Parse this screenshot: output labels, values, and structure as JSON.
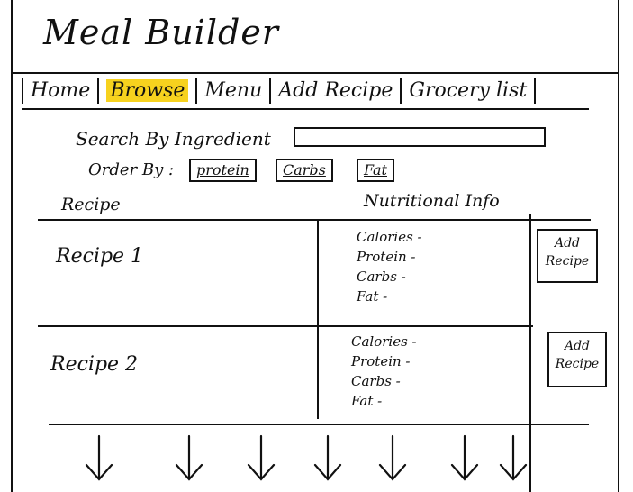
{
  "app": {
    "title": "Meal Builder"
  },
  "nav": {
    "tabs": [
      {
        "label": "Home",
        "active": false
      },
      {
        "label": "Browse",
        "active": true
      },
      {
        "label": "Menu",
        "active": false
      },
      {
        "label": "Add Recipe",
        "active": false
      },
      {
        "label": "Grocery list",
        "active": false
      }
    ],
    "highlight_color": "#f7d21e"
  },
  "search": {
    "label": "Search By Ingredient",
    "value": "",
    "placeholder": ""
  },
  "order": {
    "label": "Order By :",
    "options": [
      "protein",
      "Carbs",
      "Fat"
    ]
  },
  "table": {
    "headers": {
      "recipe": "Recipe",
      "nutrition": "Nutritional Info"
    },
    "rows": [
      {
        "name": "Recipe 1",
        "nutrition": [
          "Calories -",
          "Protein -",
          "Carbs -",
          "Fat -"
        ],
        "add_label": "Add Recipe"
      },
      {
        "name": "Recipe 2",
        "nutrition": [
          "Calories -",
          "Protein -",
          "Carbs -",
          "Fat -"
        ],
        "add_label": "Add Recipe"
      }
    ]
  },
  "scroll": {
    "icon": "down-arrow-icon"
  }
}
